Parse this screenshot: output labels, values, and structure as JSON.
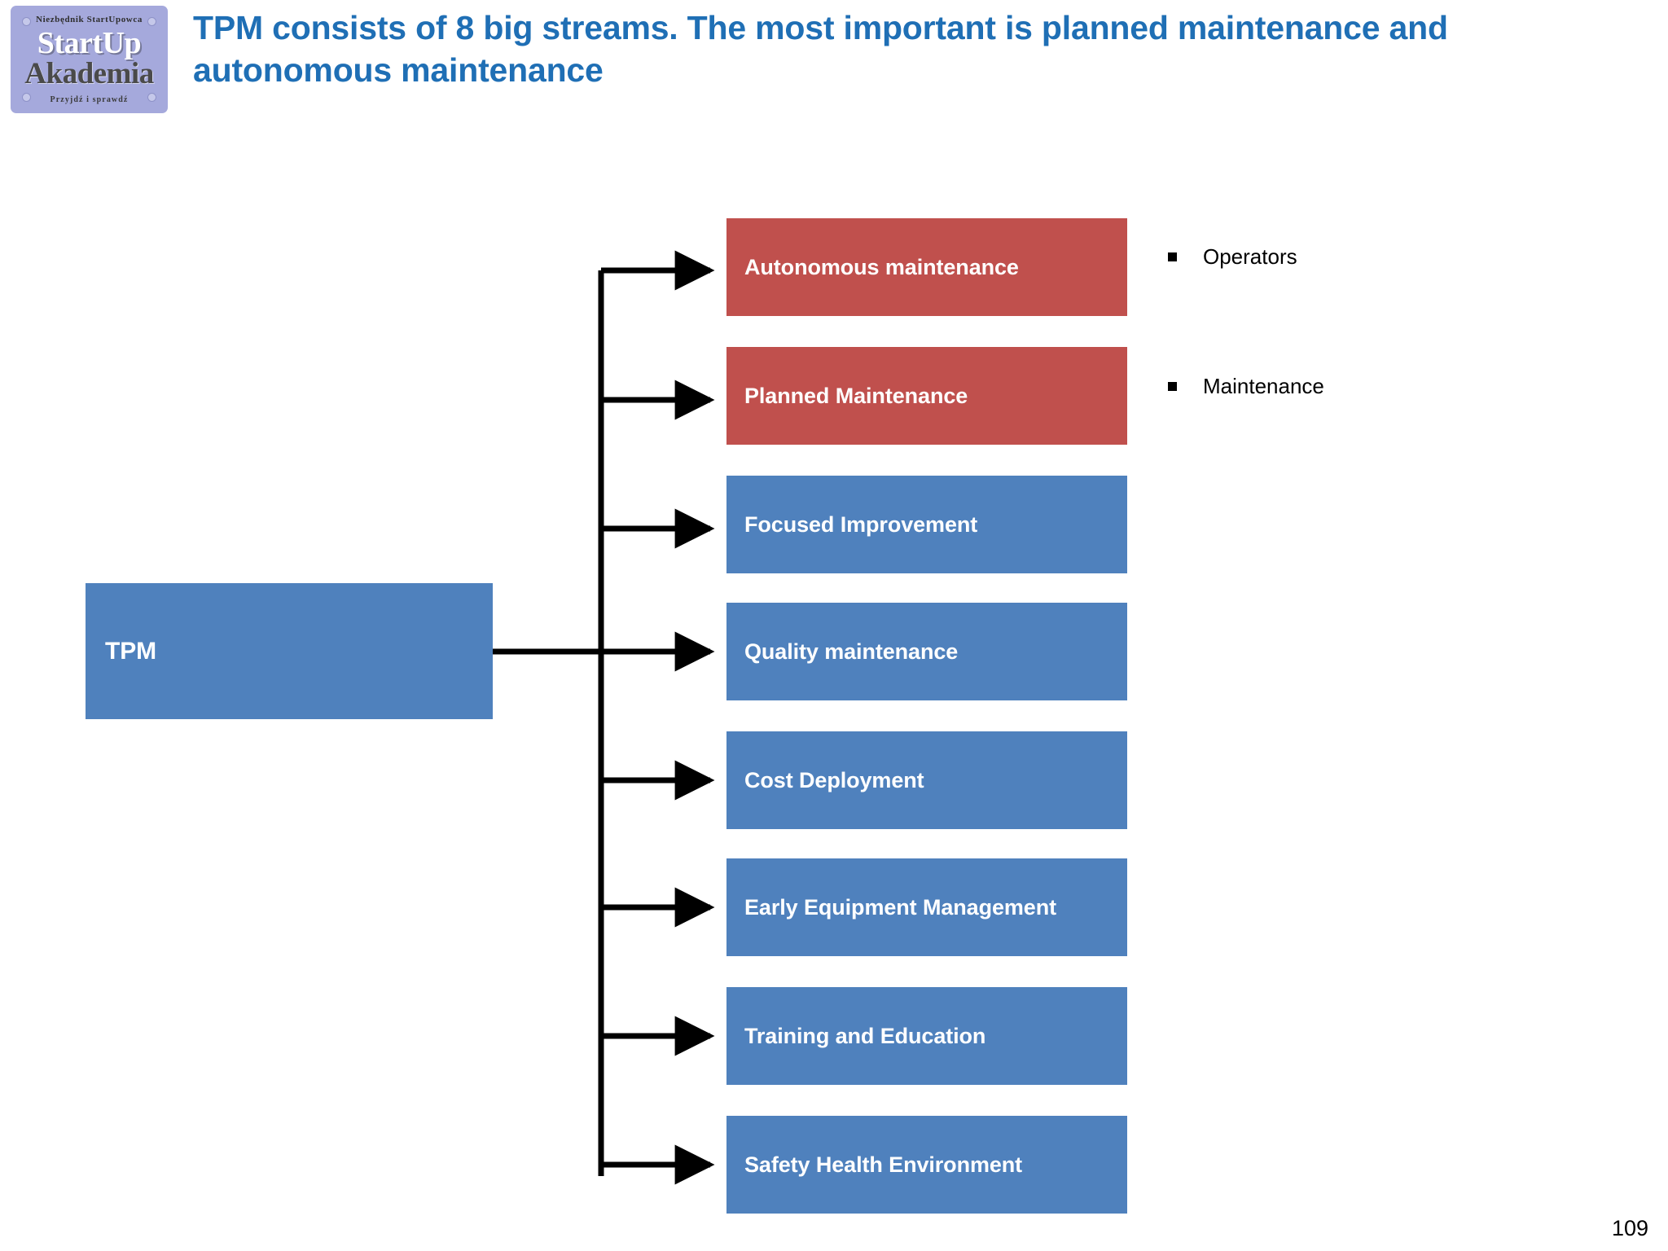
{
  "slide": {
    "title": "TPM consists of 8 big streams. The most important is planned maintenance and autonomous maintenance",
    "page_number": "109",
    "background": "#FFFFFF"
  },
  "logo": {
    "top_text": "Niezbędnik StartUpowca",
    "main_line1": "StartUp",
    "main_line2": "Akademia",
    "bottom_text": "Przyjdź i sprawdź",
    "background": "#A5A9DC"
  },
  "colors": {
    "title_blue": "#1F6FB5",
    "node_blue": "#4F81BD",
    "node_red": "#C0504D",
    "connector_black": "#000000",
    "node_text": "#FFFFFF"
  },
  "diagram": {
    "type": "tree",
    "root": {
      "label": "TPM",
      "color": "#4F81BD"
    },
    "streams": [
      {
        "label": "Autonomous maintenance",
        "color": "#C0504D"
      },
      {
        "label": "Planned Maintenance",
        "color": "#C0504D"
      },
      {
        "label": "Focused Improvement",
        "color": "#4F81BD"
      },
      {
        "label": "Quality maintenance",
        "color": "#4F81BD"
      },
      {
        "label": "Cost Deployment",
        "color": "#4F81BD"
      },
      {
        "label": "Early Equipment Management",
        "color": "#4F81BD"
      },
      {
        "label": "Training and Education",
        "color": "#4F81BD"
      },
      {
        "label": "Safety Health Environment",
        "color": "#4F81BD"
      }
    ],
    "annotations": [
      {
        "label": "Operators"
      },
      {
        "label": "Maintenance"
      }
    ]
  }
}
